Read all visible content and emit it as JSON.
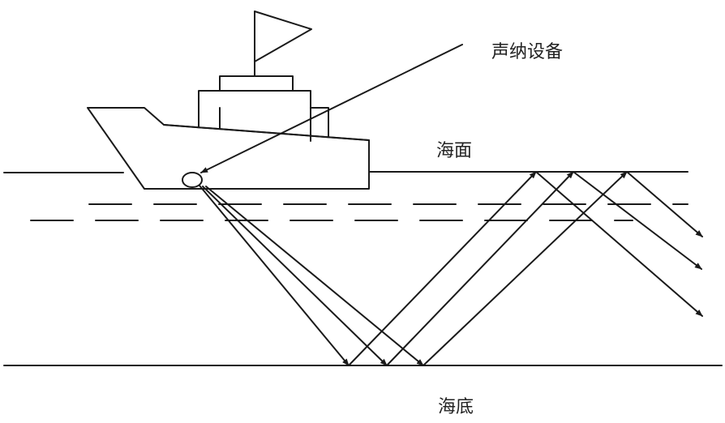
{
  "labels": {
    "sonar": "声纳设备",
    "sea_surface": "海面",
    "sea_floor": "海底"
  },
  "colors": {
    "line": "#1a1a1a",
    "background": "#ffffff"
  }
}
